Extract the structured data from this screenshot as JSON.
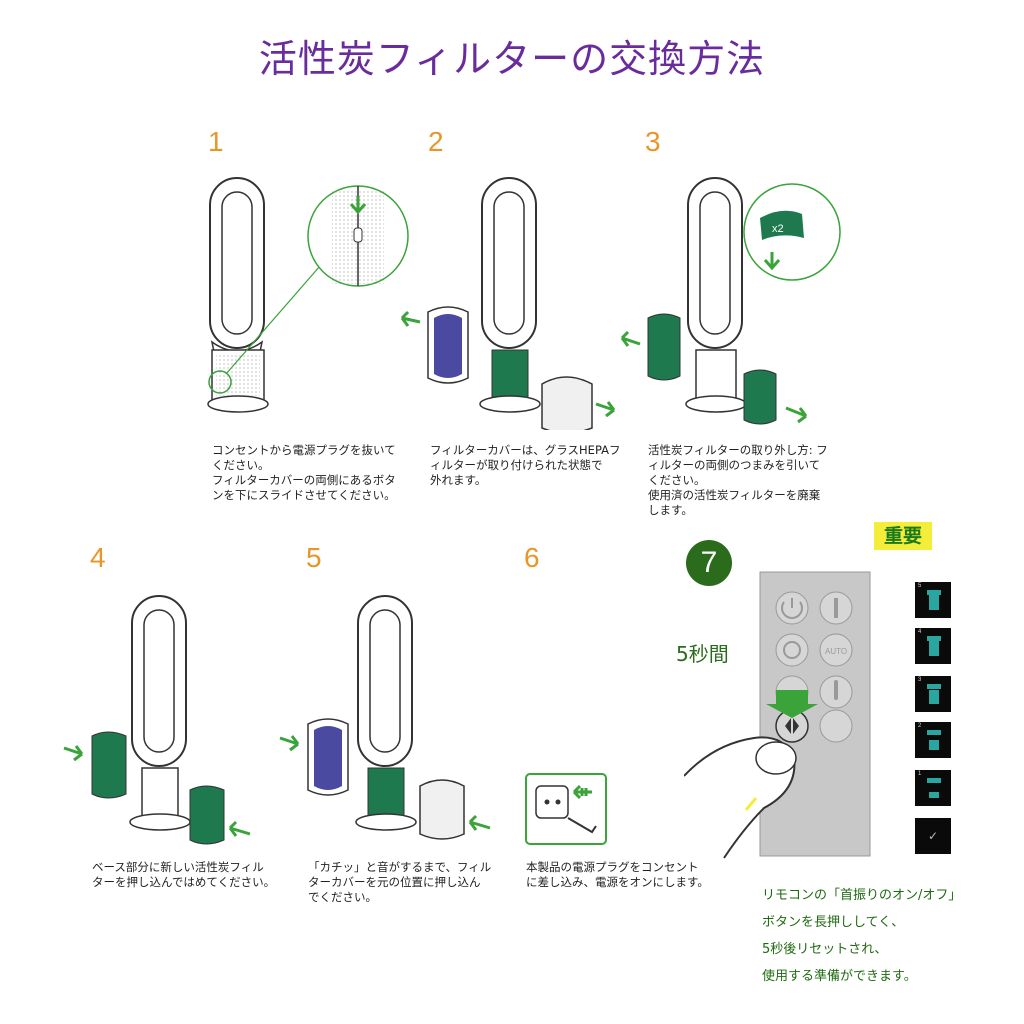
{
  "title": "活性炭フィルターの交換方法",
  "steps": [
    {
      "num": "1",
      "caption": "コンセントから電源プラグを抜いて\nください。\nフィルターカバーの両側にあるボタ\nンを下にスライドさせてください。"
    },
    {
      "num": "2",
      "caption": "フィルターカバーは、グラスHEPAフ\nィルターが取り付けられた状態で\n外れます。"
    },
    {
      "num": "3",
      "caption": "活性炭フィルターの取り外し方: フ\nィルターの両側のつまみを引いて\nください。\n使用済の活性炭フィルターを廃棄\nします。"
    },
    {
      "num": "4",
      "caption": "ベース部分に新しい活性炭フィル\nターを押し込んではめてください。"
    },
    {
      "num": "5",
      "caption": "「カチッ」と音がするまで、フィル\nターカバーを元の位置に押し込ん\nでください。"
    },
    {
      "num": "6",
      "caption": "本製品の電源プラグをコンセント\nに差し込み、電源をオンにします。"
    }
  ],
  "step7": {
    "num": "7",
    "important": "重要",
    "seconds_label": "5秒間",
    "remote_auto": "AUTO",
    "zoom_label": "x2",
    "note": "リモコンの「首振りのオン/オフ」\nボタンを長押ししてく、\n5秒後リセットされ、\n使用する準備ができます。",
    "tiles": [
      "5",
      "4",
      "3",
      "2",
      "1",
      "✓"
    ]
  },
  "colors": {
    "title": "#6a2c9c",
    "number": "#e8962a",
    "green": "#1e7a4e",
    "blue": "#4a4aa0",
    "badge": "#2a6b1c",
    "highlight": "#f4ee3a"
  }
}
